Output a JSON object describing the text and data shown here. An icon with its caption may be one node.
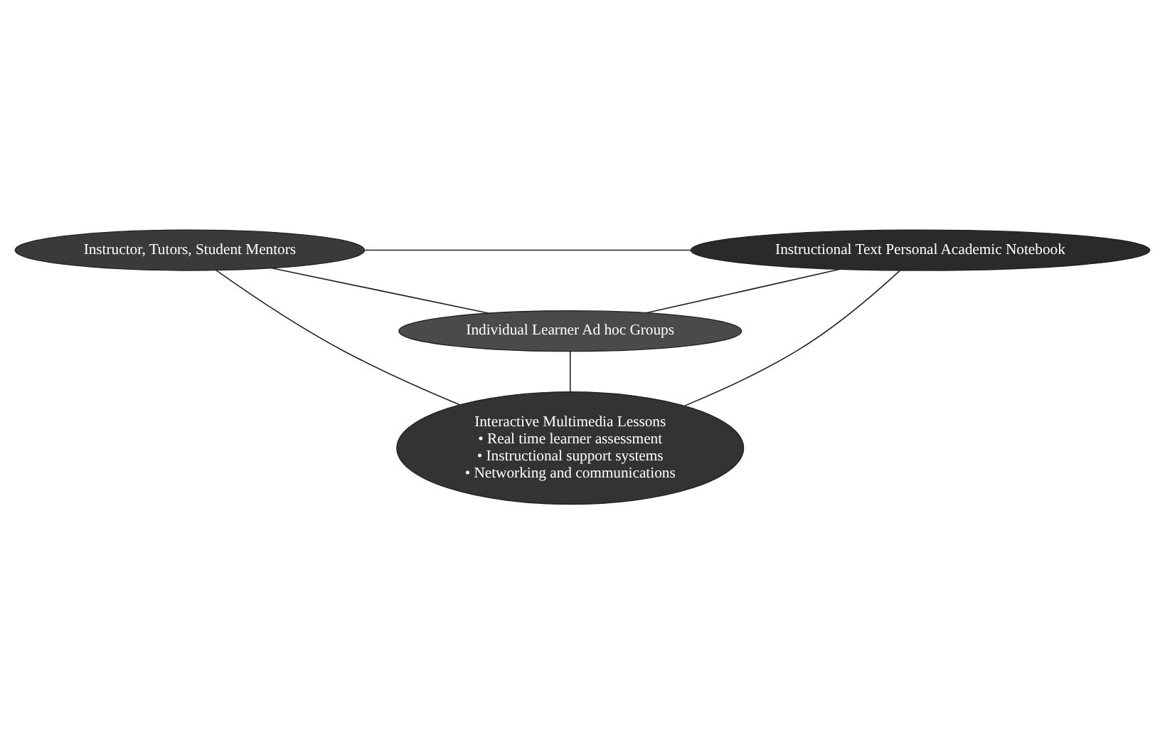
{
  "diagram": {
    "nodes": [
      {
        "text": [
          "Instructor, Tutors, Student Mentors"
        ]
      },
      {
        "text": [
          "Instructional Text Personal Academic Notebook"
        ]
      },
      {
        "text": [
          "Individual Learner Ad hoc Groups"
        ]
      },
      {
        "text": [
          "Interactive Multimedia Lessons",
          "• Real time learner assessment",
          "• Instructional support systems",
          "• Networking and communications"
        ]
      }
    ],
    "edges": [
      {
        "from": 0,
        "to": 1,
        "arrow": "none"
      },
      {
        "from": 0,
        "to": 2,
        "arrow": "none"
      },
      {
        "from": 1,
        "to": 2,
        "arrow": "none"
      },
      {
        "from": 0,
        "to": 3,
        "arrow": "none"
      },
      {
        "from": 2,
        "to": 3,
        "arrow": "none"
      },
      {
        "from": 1,
        "to": 3,
        "arrow": "none"
      }
    ]
  }
}
